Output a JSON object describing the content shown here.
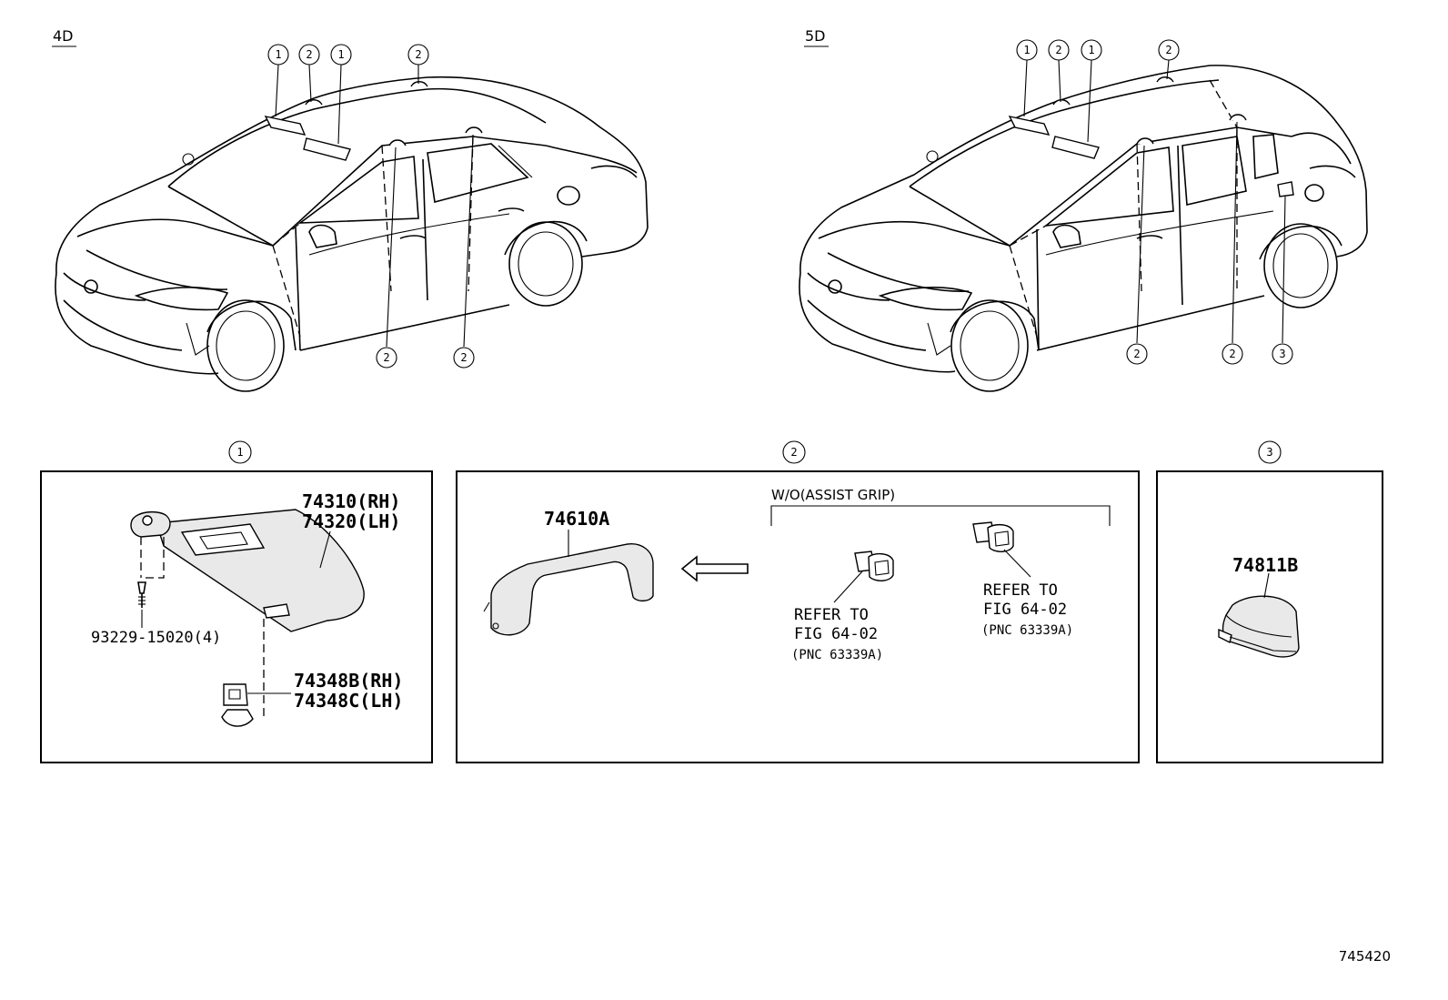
{
  "views": {
    "sedan_label": "4D",
    "hatch_label": "5D"
  },
  "callouts": {
    "c1": "1",
    "c2": "2",
    "c3": "3"
  },
  "panel1": {
    "visor_rh": "74310(RH)",
    "visor_lh": "74320(LH)",
    "screw": "93229-15020(4)",
    "holder_rh": "74348B(RH)",
    "holder_lh": "74348C(LH)"
  },
  "panel2": {
    "grip": "74610A",
    "variant": "W/O(ASSIST GRIP)",
    "refer_a_1": "REFER TO",
    "refer_a_2": "FIG 64-02",
    "refer_a_3": "(PNC 63339A)",
    "refer_b_1": "REFER TO",
    "refer_b_2": "FIG 64-02",
    "refer_b_3": "(PNC 63339A)"
  },
  "panel3": {
    "part": "74811B"
  },
  "figure_number": "745420"
}
